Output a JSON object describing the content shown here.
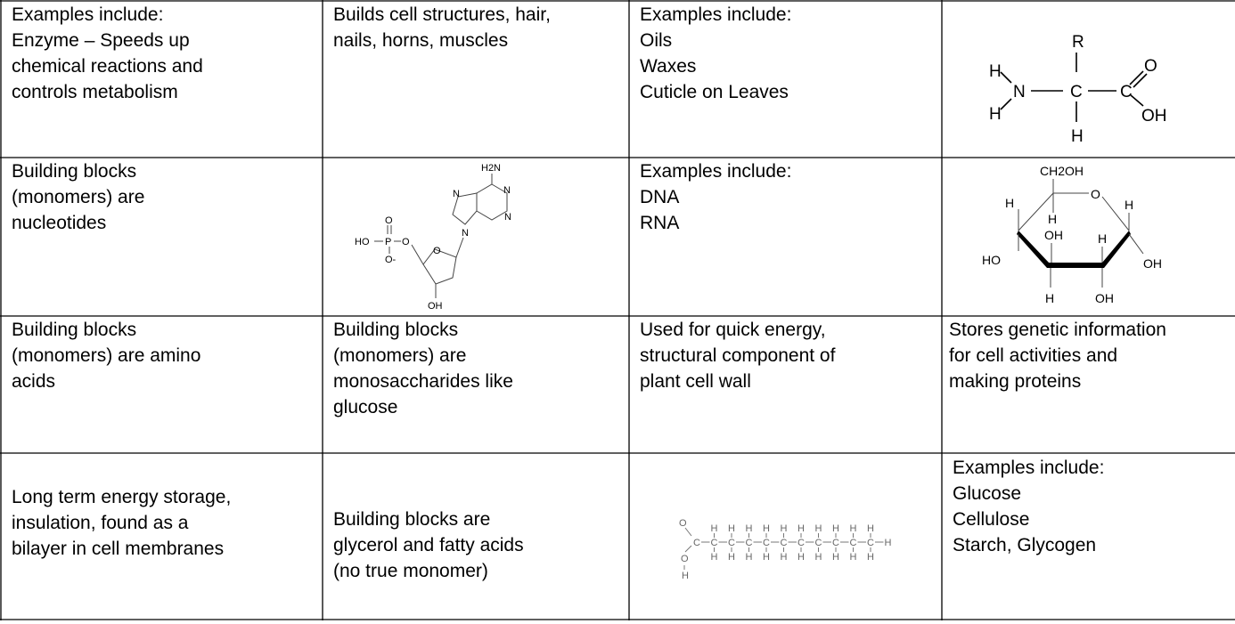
{
  "table": {
    "rows": [
      [
        {
          "type": "text",
          "text": "Examples include:\nEnzyme – Speeds up\nchemical reactions and\ncontrols metabolism"
        },
        {
          "type": "text",
          "text": "Builds cell structures, hair,\nnails, horns, muscles"
        },
        {
          "type": "text",
          "text": "Examples include:\nOils\nWaxes\nCuticle on Leaves"
        },
        {
          "type": "image",
          "image": "amino-acid-structure"
        }
      ],
      [
        {
          "type": "text",
          "text": "Building blocks\n(monomers) are\nnucleotides"
        },
        {
          "type": "image",
          "image": "nucleotide-structure"
        },
        {
          "type": "text",
          "text": "Examples include:\nDNA\nRNA"
        },
        {
          "type": "image",
          "image": "glucose-ring-structure"
        }
      ],
      [
        {
          "type": "text",
          "text": "Building blocks\n(monomers) are amino\nacids"
        },
        {
          "type": "text",
          "text": "Building blocks\n(monomers) are\nmonosaccharides like\nglucose"
        },
        {
          "type": "text",
          "text": "Used for quick energy,\nstructural component of\nplant cell wall"
        },
        {
          "type": "text",
          "text": "Stores genetic information\nfor cell activities and\nmaking proteins"
        }
      ],
      [
        {
          "type": "text",
          "text": "Long term energy storage,\ninsulation, found as a\nbilayer in cell membranes"
        },
        {
          "type": "text",
          "text": "Building blocks are\nglycerol and fatty acids\n(no true monomer)"
        },
        {
          "type": "image",
          "image": "fatty-acid-structure"
        },
        {
          "type": "text",
          "text": "Examples include:\nGlucose\nCellulose\nStarch, Glycogen"
        }
      ]
    ]
  },
  "molecules": {
    "amino_acid": {
      "r": "R",
      "h": "H",
      "n": "N",
      "c": "C",
      "o": "O",
      "oh": "OH"
    },
    "nucleotide": {
      "h2n": "H2N",
      "n": "N",
      "ho": "HO",
      "p": "P",
      "o": "O",
      "ominus": "O-",
      "oh": "OH"
    },
    "glucose": {
      "ch2oh": "CH2OH",
      "o": "O",
      "h": "H",
      "ho": "HO",
      "oh": "OH"
    },
    "fatty_acid": {
      "h": "H",
      "c": "C",
      "o": "O"
    }
  }
}
